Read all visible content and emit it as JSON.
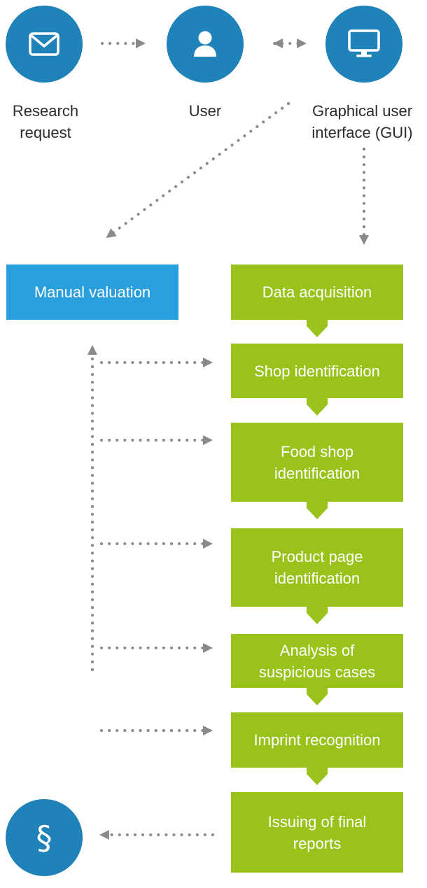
{
  "nodes": {
    "research_request": {
      "icon": "envelope-icon",
      "label_line1": "Research",
      "label_line2": "request"
    },
    "user": {
      "icon": "user-icon",
      "label": "User"
    },
    "gui": {
      "icon": "monitor-icon",
      "label_line1": "Graphical user",
      "label_line2": "interface (GUI)"
    },
    "final": {
      "icon": "section-sign-icon",
      "glyph": "§"
    }
  },
  "manual": {
    "label": "Manual valuation"
  },
  "steps": [
    {
      "line1": "Data acquisition",
      "line2": ""
    },
    {
      "line1": "Shop identification",
      "line2": ""
    },
    {
      "line1": "Food shop",
      "line2": "identification"
    },
    {
      "line1": "Product page",
      "line2": "identification"
    },
    {
      "line1": "Analysis of",
      "line2": "suspicious cases"
    },
    {
      "line1": "Imprint recognition",
      "line2": ""
    },
    {
      "line1": "Issuing of final",
      "line2": "reports"
    }
  ],
  "colors": {
    "circle": "#1f82b8",
    "manual_box": "#2a9fdd",
    "step_box": "#99c21a",
    "connector": "#8a8a8a",
    "text": "#2b2b2b"
  }
}
